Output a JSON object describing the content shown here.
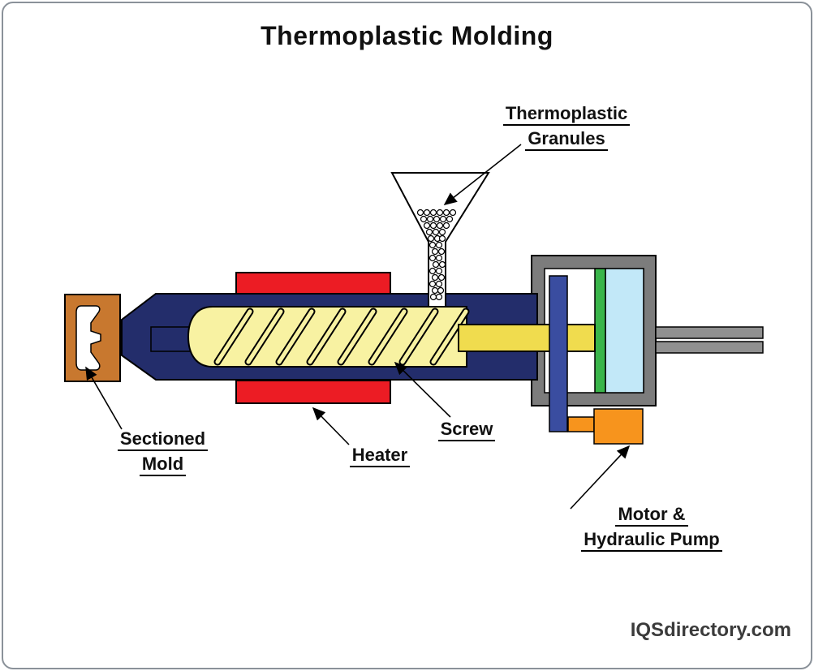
{
  "title": "Thermoplastic Molding",
  "watermark": "IQSdirectory.com",
  "labels": {
    "granules": {
      "line1": "Thermoplastic",
      "line2": "Granules"
    },
    "mold": {
      "line1": "Sectioned",
      "line2": "Mold"
    },
    "heater": "Heater",
    "screw": "Screw",
    "motor": {
      "line1": "Motor &",
      "line2": "Hydraulic Pump"
    }
  },
  "colors": {
    "barrel_navy": "#232d6b",
    "heater_red": "#ec1c24",
    "mold_orange": "#c8782f",
    "screw_yellow_light": "#f8f2a2",
    "screw_yellow": "#f0dc4e",
    "frame_gray": "#7c7c7c",
    "rod_blue": "#3a4da0",
    "strip_green": "#3ab54a",
    "panel_lightblue": "#c2e8f8",
    "pump_orange": "#f7941d",
    "rod_gray": "#909090"
  }
}
